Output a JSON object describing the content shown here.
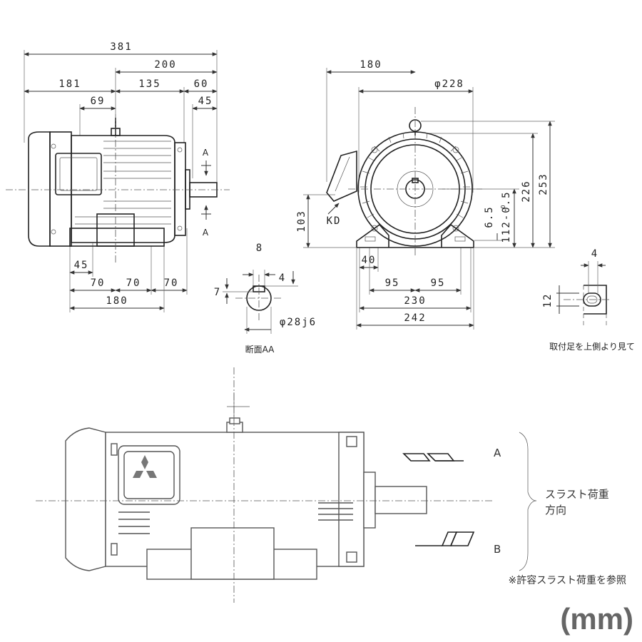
{
  "side_view": {
    "dims": [
      "381",
      "200",
      "181",
      "135",
      "60",
      "45",
      "69",
      "45",
      "70",
      "70",
      "70",
      "180"
    ],
    "section_marks": [
      "A",
      "A"
    ]
  },
  "front_view": {
    "dims": [
      "180",
      "φ228",
      "253",
      "226",
      "103",
      "6.5",
      "112-0.5",
      "40",
      "95",
      "95",
      "230",
      "242"
    ],
    "kd_label": "KD",
    "tolerance_upper": "0"
  },
  "section_view": {
    "dims": [
      "8",
      "4",
      "7",
      "φ28j6"
    ],
    "title": "断面AA"
  },
  "foot_view": {
    "dims": [
      "4",
      "12"
    ],
    "caption": "取付足を上側より見て"
  },
  "thrust_view": {
    "label_a": "A",
    "label_b": "B",
    "direction_line1": "スラスト荷重",
    "direction_line2": "方向",
    "note": "※許容スラスト荷重を参照"
  },
  "unit": "(mm)"
}
